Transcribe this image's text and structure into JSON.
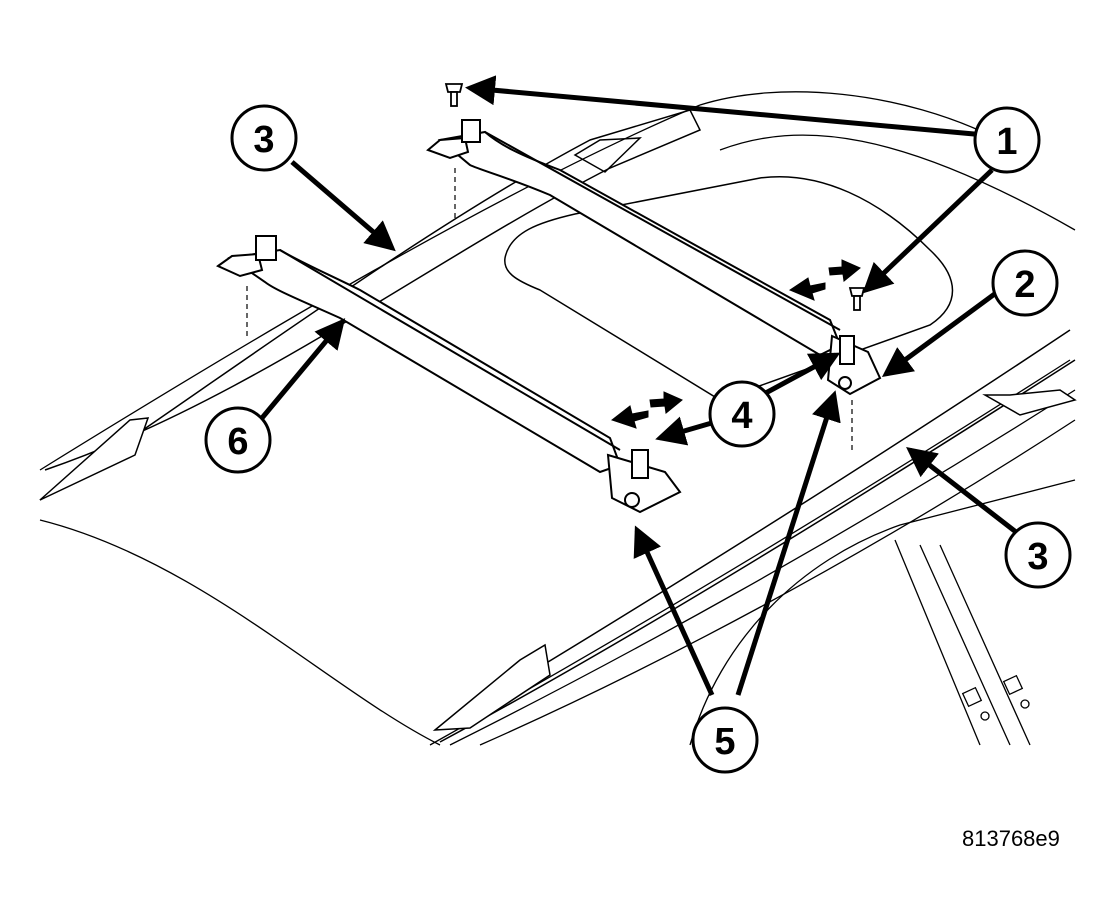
{
  "figure_id": "813768e9",
  "callouts": {
    "c1": "1",
    "c2": "2",
    "c3a": "3",
    "c3b": "3",
    "c4": "4",
    "c5": "5",
    "c6": "6"
  }
}
